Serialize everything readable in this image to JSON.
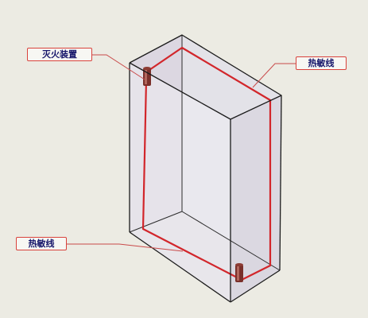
{
  "labels": {
    "extinguisher": "灭火装置",
    "heat_wire_top": "热敏线",
    "heat_wire_bottom": "热敏线"
  },
  "colors": {
    "background": "#ecebe3",
    "box_edge": "#1b1b1b",
    "box_face": "#e6e4ea",
    "heat_wire": "#d2262b",
    "leader_line": "#c94a4a",
    "label_text": "#15156a",
    "device": "#7a2f2a"
  }
}
